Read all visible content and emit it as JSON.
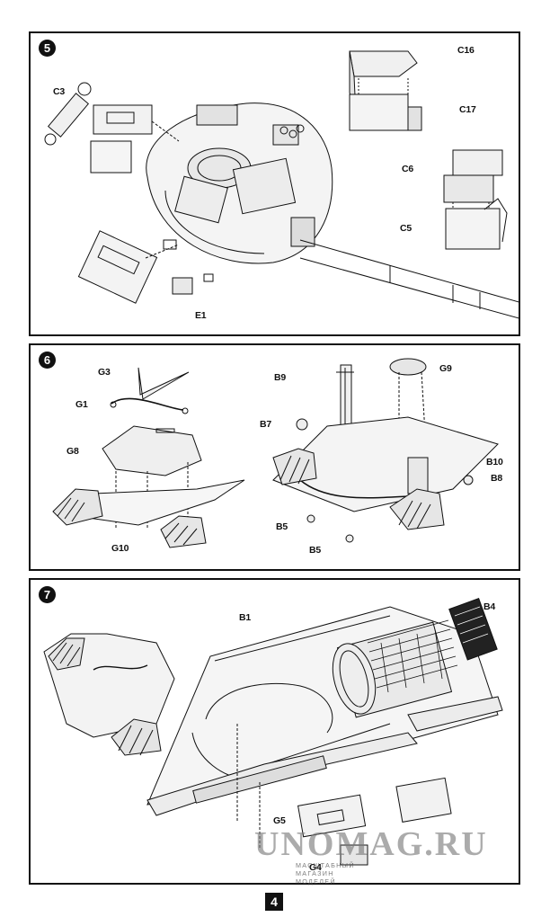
{
  "steps": {
    "s5": {
      "number": "5",
      "parts": [
        "C3",
        "C16",
        "C17",
        "C6",
        "C5",
        "E1"
      ]
    },
    "s6": {
      "number": "6",
      "parts": [
        "G3",
        "G1",
        "G8",
        "G10",
        "B9",
        "G9",
        "B7",
        "B10",
        "B8",
        "B5",
        "B5"
      ]
    },
    "s7": {
      "number": "7",
      "parts": [
        "B1",
        "B4",
        "G5",
        "G4"
      ]
    }
  },
  "watermark": {
    "main": "UNOMAG.RU",
    "sub": "МАСШТАБНЫЙ МАГАЗИН МОДЕЛЕЙ"
  },
  "page_number": "4"
}
